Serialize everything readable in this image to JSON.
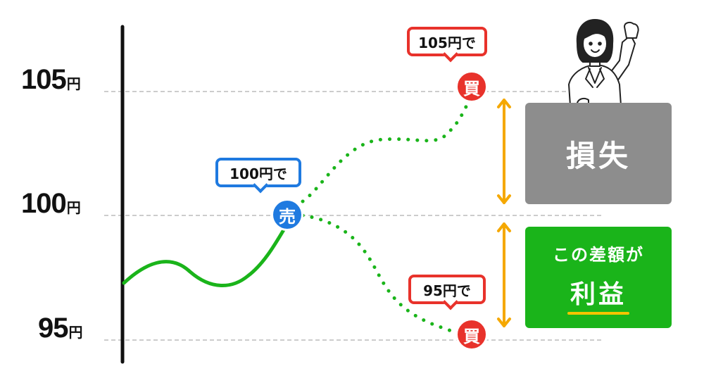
{
  "y_axis": {
    "ticks": [
      {
        "value": "105",
        "unit": "円"
      },
      {
        "value": "100",
        "unit": "円"
      },
      {
        "value": "95",
        "unit": "円"
      }
    ]
  },
  "callouts": {
    "sell": "100円で",
    "buy_high": "105円で",
    "buy_low": "95円で"
  },
  "badges": {
    "sell": "売",
    "buy_high": "買",
    "buy_low": "買"
  },
  "panels": {
    "loss": "損失",
    "gain_line1": "この差額が",
    "gain_line2": "利益"
  },
  "colors": {
    "line_green": "#1ab41a",
    "sell_blue": "#1f7ae0",
    "buy_red": "#e8322b",
    "arrow_orange": "#f5a800",
    "loss_gray": "#8d8d8d",
    "gain_green": "#1ab41a",
    "underline_yellow": "#f5c400",
    "grid_dashed": "#bbbbbb"
  },
  "icons": {
    "person": "businesswoman-raising-fist-icon",
    "arrow": "double-headed-vertical-arrow"
  }
}
